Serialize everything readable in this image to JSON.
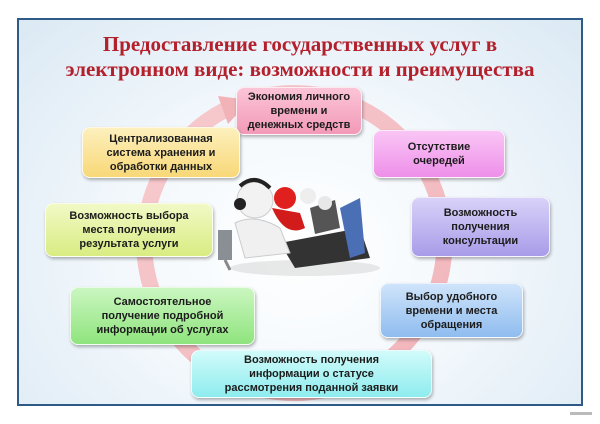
{
  "title": {
    "line1": "Предоставление государственных услуг в",
    "line2": "электронном виде: возможности и преимущества"
  },
  "benefits": [
    {
      "text": "Экономия личного\nвремени и\nденежных средств",
      "color": "#f6a9c3"
    },
    {
      "text": "Централизованная\nсистема хранения и\nобработки данных",
      "color": "#fbe39a"
    },
    {
      "text": "Отсутствие\nочередей",
      "color": "#f3a6ef"
    },
    {
      "text": "Возможность выбора\nместа получения\nрезультата услуги",
      "color": "#e4f29c"
    },
    {
      "text": "Возможность\nполучения\nконсультации",
      "color": "#bcb2f0"
    },
    {
      "text": "Самостоятельное\nполучение подробной\nинформации об услугах",
      "color": "#a9ef9a"
    },
    {
      "text": "Выбор удобного\nвремени и места\nобращения",
      "color": "#a9cdf4"
    },
    {
      "text": "Возможность получения\nинформации о статусе\nрассмотрения поданной заявки",
      "color": "#a8f3f3"
    }
  ],
  "colors": {
    "title": "#b3202c",
    "ring": "#f2b3b8",
    "frame": "#2f5a86"
  }
}
